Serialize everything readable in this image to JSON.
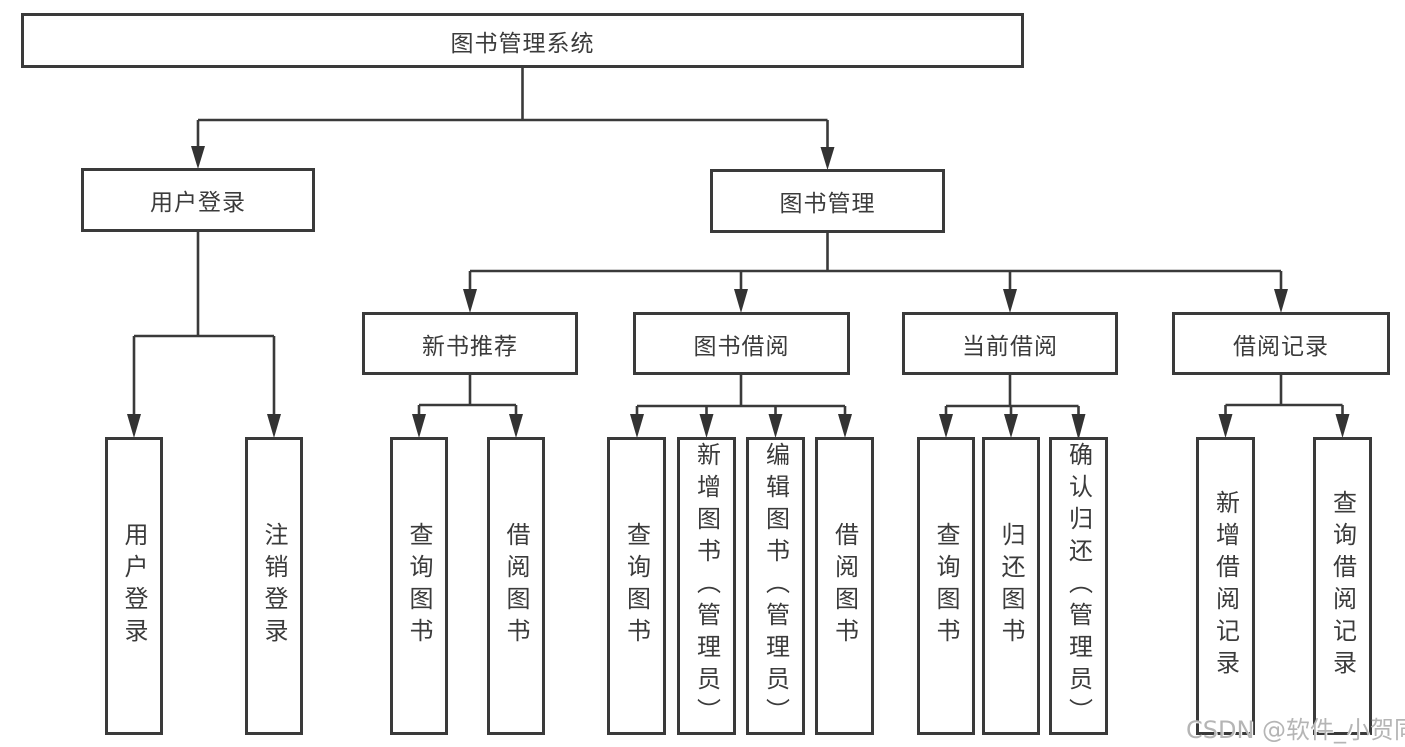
{
  "diagram": {
    "title": "图书管理系统",
    "root": {
      "label": "图书管理系统"
    },
    "level2": [
      {
        "label": "用户登录"
      },
      {
        "label": "图书管理"
      }
    ],
    "level3": [
      {
        "label": "新书推荐"
      },
      {
        "label": "图书借阅"
      },
      {
        "label": "当前借阅"
      },
      {
        "label": "借阅记录"
      }
    ],
    "leaves": {
      "user": [
        "用户登录",
        "注销登录"
      ],
      "recommend": [
        "查询图书",
        "借阅图书"
      ],
      "borrow": [
        "查询图书",
        "新增图书（管理员）",
        "编辑图书（管理员）",
        "借阅图书"
      ],
      "current": [
        "查询图书",
        "归还图书",
        "确认归还（管理员）"
      ],
      "records": [
        "新增借阅记录",
        "查询借阅记录"
      ]
    }
  },
  "watermark": {
    "text": "CSDN @软件_小贺同学"
  },
  "colors": {
    "line": "#3a3a3a",
    "box_border": "#3a3a3a",
    "text": "#3b3b3b",
    "watermark": "#b5b5b5",
    "background": "#ffffff"
  }
}
